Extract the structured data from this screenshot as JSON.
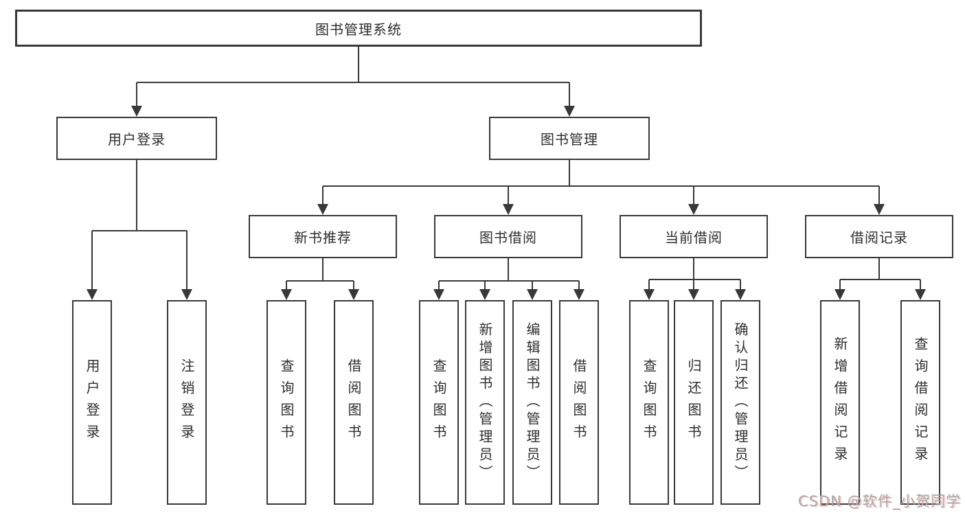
{
  "diagram": {
    "type": "tree",
    "colors": {
      "line": "#383838",
      "box_border": "#383838",
      "text": "#2d2d2d",
      "watermark_text": "#a8a8a8",
      "watermark_shadow": "#eb5a5a",
      "background": "#ffffff"
    },
    "watermark": "CSDN @软件_小贺同学",
    "nodes": {
      "root": "图书管理系统",
      "user_login": "用户登录",
      "book_mgmt": "图书管理",
      "new_book_rec": "新书推荐",
      "book_borrow": "图书借阅",
      "current_borrow": "当前借阅",
      "borrow_record": "借阅记录",
      "leaves": {
        "user_login": "用户登录",
        "logout": "注销登录",
        "rec_query": "查询图书",
        "rec_borrow": "借阅图书",
        "bb_query": "查询图书",
        "bb_add": "新增图书（管理员）",
        "bb_edit": "编辑图书（管理员）",
        "bb_borrow": "借阅图书",
        "cb_query": "查询图书",
        "cb_return": "归还图书",
        "cb_confirm": "确认归还（管理员）",
        "br_add": "新增借阅记录",
        "br_query": "查询借阅记录"
      }
    },
    "hierarchy": [
      {
        "parent": "图书管理系统",
        "children": [
          "用户登录",
          "图书管理"
        ]
      },
      {
        "parent": "用户登录",
        "children": [
          "用户登录",
          "注销登录"
        ]
      },
      {
        "parent": "图书管理",
        "children": [
          "新书推荐",
          "图书借阅",
          "当前借阅",
          "借阅记录"
        ]
      },
      {
        "parent": "新书推荐",
        "children": [
          "查询图书",
          "借阅图书"
        ]
      },
      {
        "parent": "图书借阅",
        "children": [
          "查询图书",
          "新增图书（管理员）",
          "编辑图书（管理员）",
          "借阅图书"
        ]
      },
      {
        "parent": "当前借阅",
        "children": [
          "查询图书",
          "归还图书",
          "确认归还（管理员）"
        ]
      },
      {
        "parent": "借阅记录",
        "children": [
          "新增借阅记录",
          "查询借阅记录"
        ]
      }
    ]
  }
}
